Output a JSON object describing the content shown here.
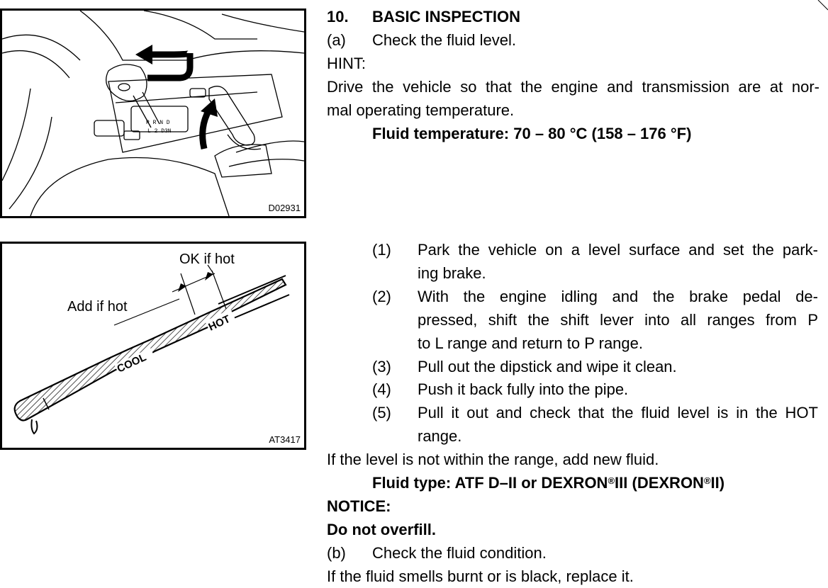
{
  "figures": {
    "shift_lever": {
      "code": "D02931"
    },
    "dipstick": {
      "code": "AT3417",
      "label_ok": "OK if hot",
      "label_add": "Add if hot",
      "label_hot": "HOT",
      "label_cool": "COOL"
    }
  },
  "section": {
    "number": "10.",
    "title": "BASIC INSPECTION"
  },
  "step_a": {
    "marker": "(a)",
    "text": "Check the fluid level."
  },
  "hint": {
    "label": "HINT:",
    "line1": "Drive the vehicle so that the engine and transmission are at nor-",
    "line2": "mal operating temperature.",
    "temp": "Fluid temperature: 70 – 80 °C (158 – 176 °F)"
  },
  "substeps": [
    {
      "marker": "(1)",
      "lines": [
        "Park the vehicle on a level surface and set the park-",
        "ing brake."
      ]
    },
    {
      "marker": "(2)",
      "lines": [
        "With the engine idling and the brake pedal de-",
        "pressed, shift the shift lever into all ranges from P",
        "to L range and return to P range."
      ]
    },
    {
      "marker": "(3)",
      "lines": [
        "Pull out the dipstick and wipe it clean."
      ]
    },
    {
      "marker": "(4)",
      "lines": [
        "Push it back fully into the pipe."
      ]
    },
    {
      "marker": "(5)",
      "lines": [
        "Pull it out and check that the fluid level is in the HOT",
        "range."
      ]
    }
  ],
  "add_fluid": "If the level is not within the range, add new fluid.",
  "fluid_type": {
    "prefix": "Fluid type: ATF D–II or DEXRON",
    "reg": "®",
    "mid": "III (DEXRON",
    "suffix": "II)"
  },
  "notice": {
    "label": "NOTICE:",
    "text": "Do not overfill."
  },
  "step_b": {
    "marker": "(b)",
    "text": "Check the fluid condition."
  },
  "condition": "If the fluid smells burnt or is black, replace it."
}
